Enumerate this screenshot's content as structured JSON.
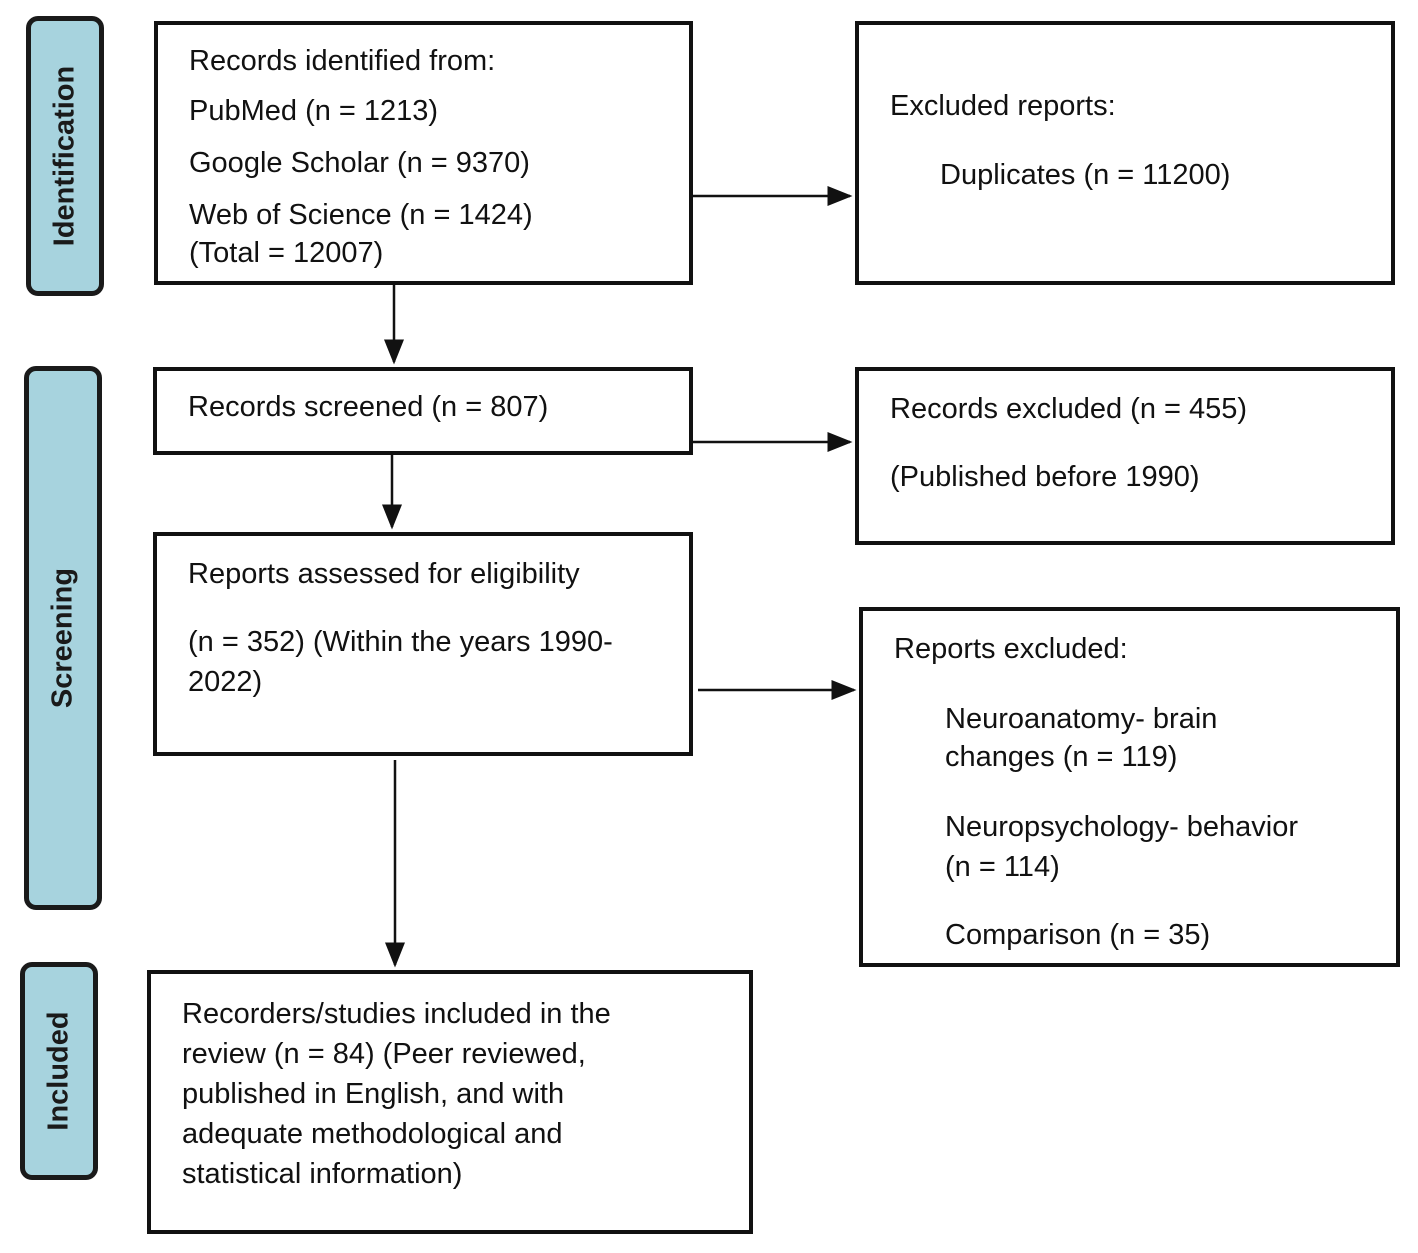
{
  "phases": {
    "identification": "Identification",
    "screening": "Screening",
    "included": "Included"
  },
  "identification_box": {
    "heading": "Records identified from:",
    "pubmed": "PubMed (n = 1213)",
    "scholar": "Google Scholar (n = 9370)",
    "wos": "Web of Science (n = 1424)",
    "total": "(Total = 12007)"
  },
  "excluded_reports_box": {
    "heading": "Excluded reports:",
    "duplicates": "Duplicates (n = 11200)"
  },
  "screened_box": {
    "text": "Records screened (n = 807)"
  },
  "records_excluded_box": {
    "line1": "Records excluded (n = 455)",
    "line2": "(Published before 1990)"
  },
  "eligibility_box": {
    "line1": "Reports assessed for eligibility",
    "line2": "(n = 352) (Within the years 1990-",
    "line3": "2022)"
  },
  "reports_excluded_box": {
    "heading": "Reports excluded:",
    "item1_line1": "Neuroanatomy- brain",
    "item1_line2": "changes (n = 119)",
    "item2_line1": "Neuropsychology- behavior",
    "item2_line2": "(n = 114)",
    "item3": "Comparison (n = 35)"
  },
  "included_box": {
    "line1": "Recorders/studies included in the",
    "line2": "review (n = 84) (Peer reviewed,",
    "line3": "published in English, and with",
    "line4": "adequate methodological and",
    "line5": "statistical information)"
  }
}
